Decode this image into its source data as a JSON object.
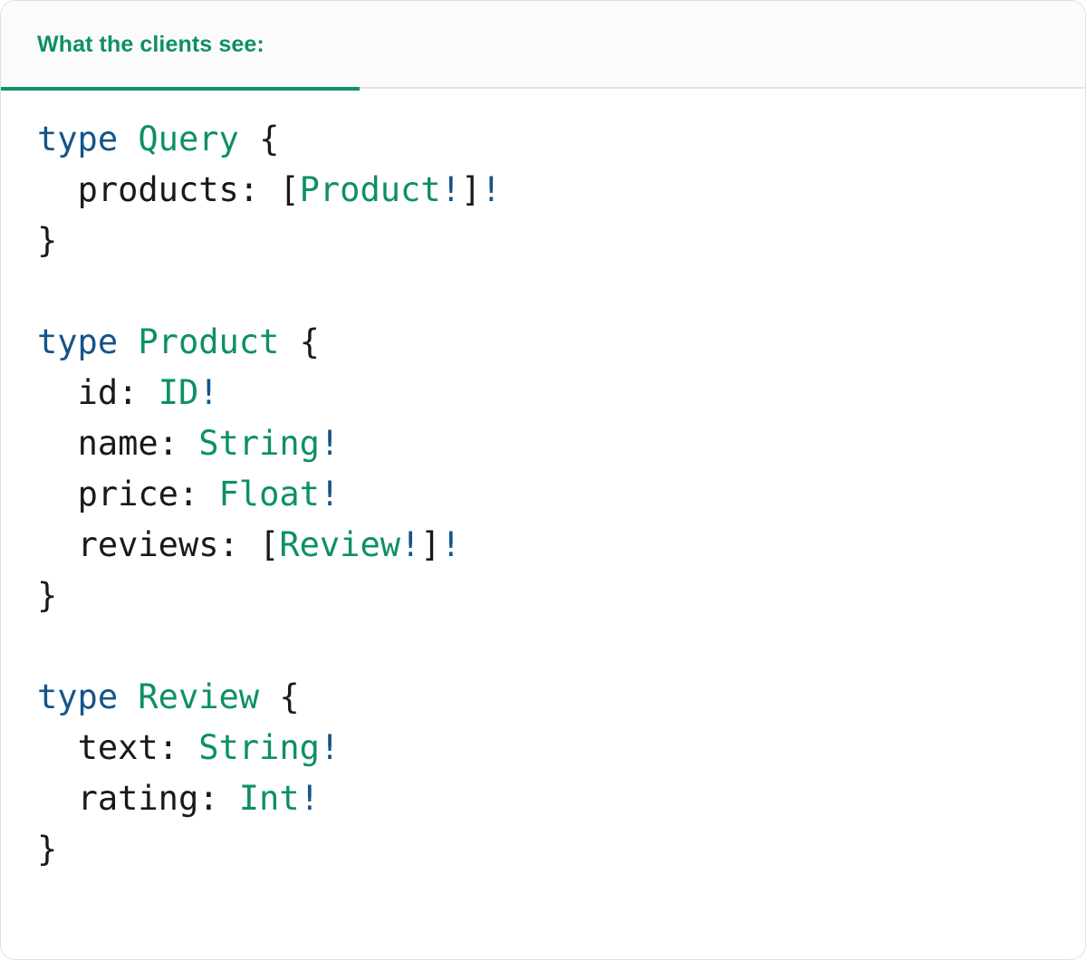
{
  "card": {
    "accent_color": "#0e9070",
    "border_color": "#cfe7dc",
    "background": "#ffffff"
  },
  "tabbar": {
    "background": "#fbfbfb",
    "divider_color": "#e4e4e6",
    "active_tab": {
      "label": "What the clients see:",
      "color": "#0e8f66",
      "underline_color": "#0e9070",
      "active": true
    }
  },
  "code": {
    "language": "graphql",
    "colors": {
      "keyword": "#15548a",
      "type_name": "#0d8f68",
      "field_name": "#191919",
      "punctuation": "#191919",
      "non_null": "#15548a"
    },
    "blocks": [
      {
        "keyword": "type",
        "name": "Query",
        "open_brace": "{",
        "close_brace": "}",
        "fields": [
          {
            "name": "products",
            "colon": ":",
            "type": "Product",
            "list": true,
            "inner_non_null": "!",
            "outer_non_null": "!"
          }
        ]
      },
      {
        "keyword": "type",
        "name": "Product",
        "open_brace": "{",
        "close_brace": "}",
        "fields": [
          {
            "name": "id",
            "colon": ":",
            "type": "ID",
            "list": false,
            "inner_non_null": "!",
            "outer_non_null": ""
          },
          {
            "name": "name",
            "colon": ":",
            "type": "String",
            "list": false,
            "inner_non_null": "!",
            "outer_non_null": ""
          },
          {
            "name": "price",
            "colon": ":",
            "type": "Float",
            "list": false,
            "inner_non_null": "!",
            "outer_non_null": ""
          },
          {
            "name": "reviews",
            "colon": ":",
            "type": "Review",
            "list": true,
            "inner_non_null": "!",
            "outer_non_null": "!"
          }
        ]
      },
      {
        "keyword": "type",
        "name": "Review",
        "open_brace": "{",
        "close_brace": "}",
        "fields": [
          {
            "name": "text",
            "colon": ":",
            "type": "String",
            "list": false,
            "inner_non_null": "!",
            "outer_non_null": ""
          },
          {
            "name": "rating",
            "colon": ":",
            "type": "Int",
            "list": false,
            "inner_non_null": "!",
            "outer_non_null": ""
          }
        ]
      }
    ]
  }
}
